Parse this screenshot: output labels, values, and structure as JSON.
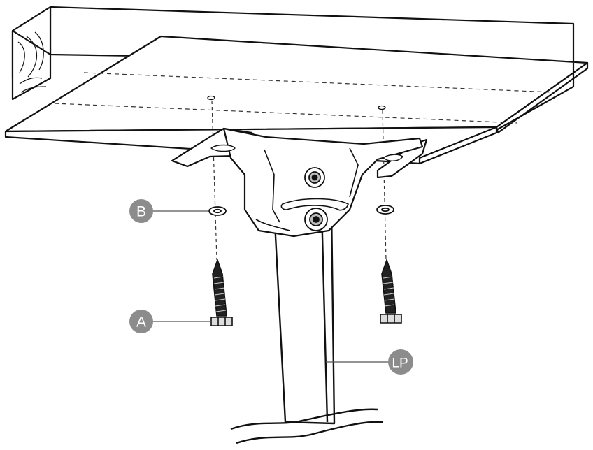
{
  "callouts": {
    "washer": "B",
    "bolt": "A",
    "pole": "LP"
  },
  "colors": {
    "ink": "#111111",
    "callout_fill": "#8c8c8c",
    "callout_text": "#ffffff",
    "paper": "#ffffff"
  }
}
